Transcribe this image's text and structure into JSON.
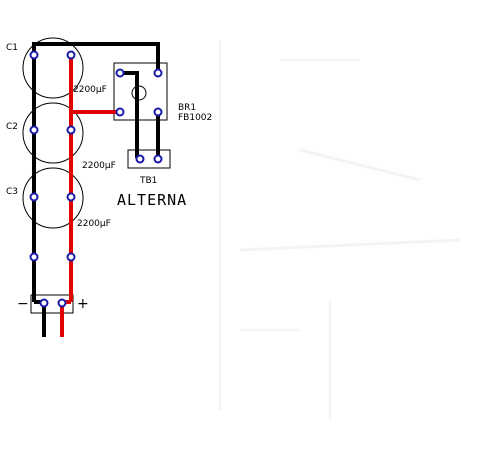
{
  "capacitors": [
    {
      "ref": "C1",
      "value": "2200µF"
    },
    {
      "ref": "C2",
      "value": "2200µF"
    },
    {
      "ref": "C3",
      "value": "2200µF"
    }
  ],
  "bridge": {
    "ref": "BR1",
    "part": "FB1002"
  },
  "terminal_in": {
    "ref": "TB1",
    "label": "ALTERNA"
  },
  "output": {
    "minus": "−",
    "plus": "+"
  },
  "colors": {
    "negative_wire": "#000000",
    "positive_wire": "#e00000",
    "pad": "#1a1aa8",
    "outline": "#000000"
  }
}
